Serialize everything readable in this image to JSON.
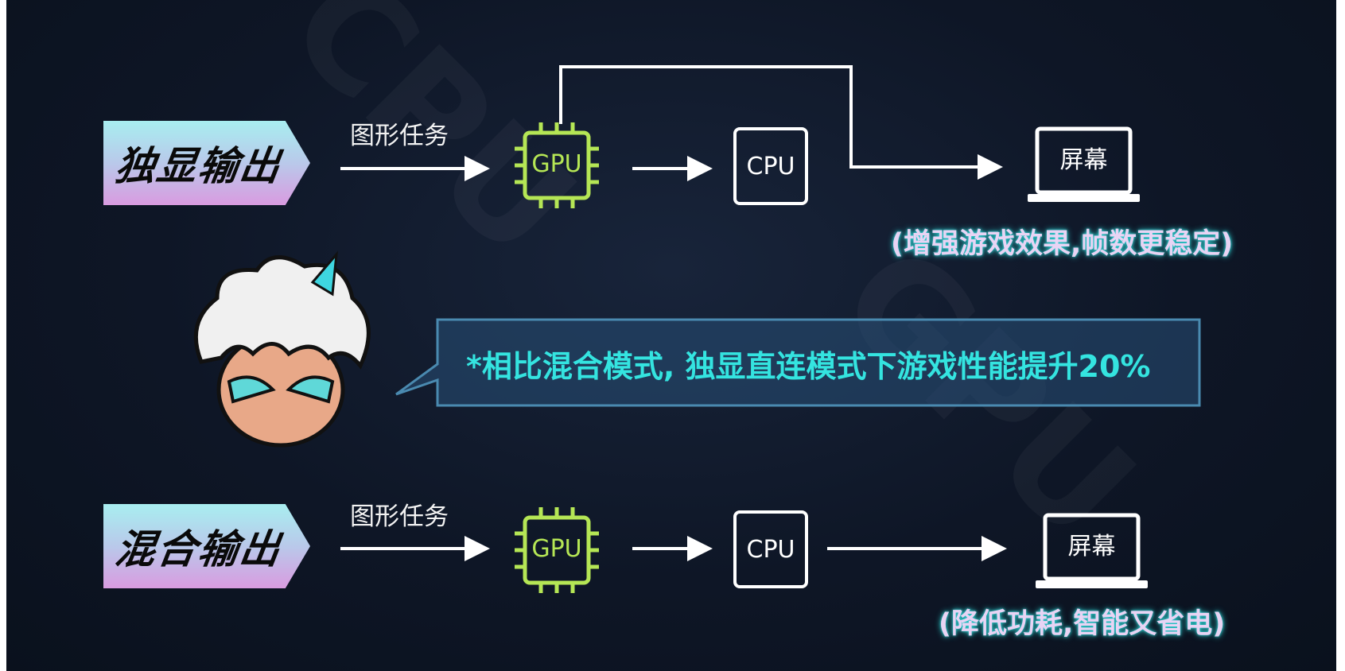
{
  "colors": {
    "background": "#0e1626",
    "gpu": "#b5e655",
    "callout_text": "#34e4e0",
    "label_gradient": [
      "#a8eef0",
      "#d99be0"
    ]
  },
  "rows": [
    {
      "mode_label": "独显输出",
      "task_label": "图形任务",
      "gpu": "GPU",
      "cpu": "CPU",
      "screen": "屏幕",
      "note": "(增强游戏效果,帧数更稳定)"
    },
    {
      "mode_label": "混合输出",
      "task_label": "图形任务",
      "gpu": "GPU",
      "cpu": "CPU",
      "screen": "屏幕",
      "note": "(降低功耗,智能又省电)"
    }
  ],
  "callout": {
    "text": "*相比混合模式, 独显直连模式下游戏性能提升20%"
  },
  "watermarks": [
    "CPU",
    "GPU"
  ],
  "icons": [
    "chip-icon",
    "laptop-icon",
    "mascot-character"
  ]
}
